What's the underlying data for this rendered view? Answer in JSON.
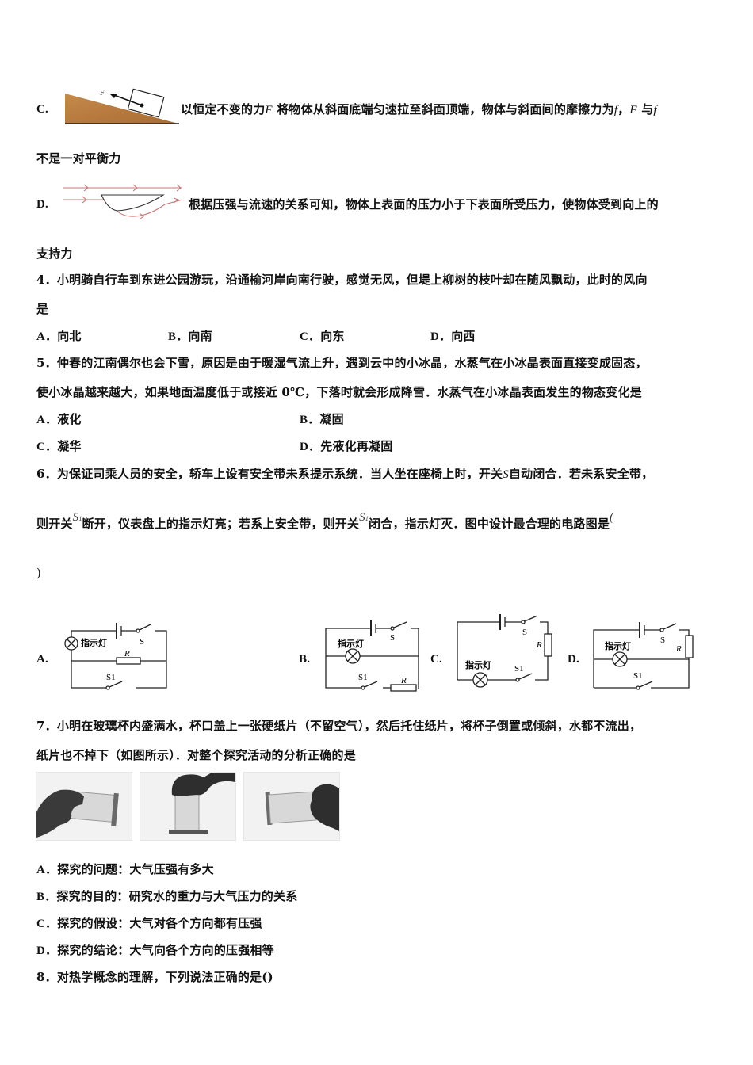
{
  "q3": {
    "option_c": {
      "label": "C.",
      "text_before_F": "以恒定不变的力",
      "F": "F",
      "text_mid": "将物体从斜面底端匀速拉至斜面顶端，物体与斜面间的摩擦力为",
      "f1": "f",
      "comma": "，",
      "F2": "F",
      "yu": "与",
      "f2": "f",
      "continuation": "不是一对平衡力",
      "figure_force_label": "F"
    },
    "option_d": {
      "label": "D.",
      "text": "根据压强与流速的关系可知，物体上表面的压力小于下表面所受压力，使物体受到向上的",
      "continuation": "支持力"
    }
  },
  "q4": {
    "stem_line1": "4．小明骑自行车到东进公园游玩，沿通榆河岸向南行驶，感觉无风，但堤上柳树的枝叶却在随风飘动，此时的风向",
    "stem_line2": "是",
    "options": [
      {
        "label": "A．",
        "text": "向北"
      },
      {
        "label": "B．",
        "text": "向南"
      },
      {
        "label": "C．",
        "text": "向东"
      },
      {
        "label": "D．",
        "text": "向西"
      }
    ]
  },
  "q5": {
    "stem_line1": "5．仲春的江南偶尔也会下雪，原因是由于暖湿气流上升，遇到云中的小冰晶，水蒸气在小冰晶表面直接变成固态，",
    "stem_line2": "使小冰晶越来越大，如果地面温度低于或接近 0℃，下落时就会形成降雪．水蒸气在小冰晶表面发生的物态变化是",
    "options": [
      {
        "label": "A．",
        "text": "液化"
      },
      {
        "label": "B．",
        "text": "凝固"
      },
      {
        "label": "C．",
        "text": "凝华"
      },
      {
        "label": "D．",
        "text": "先液化再凝固"
      }
    ]
  },
  "q6": {
    "stem_line1_a": "6．为保证司乘人员的安全，轿车上设有安全带未系提示系统．当人坐在座椅上时，开关",
    "S": "S",
    "stem_line1_b": "自动闭合．若未系安全带，",
    "line2_a": "则开关",
    "S1_main": "S",
    "S1_sub": "1",
    "line2_b": "断开，仪表盘上的指示灯亮；若系上安全带，则开关",
    "line2_c": "闭合，指示灯灭．图中设计最合理的电路图是",
    "open_paren": "(",
    "close_paren": ")",
    "circuits": [
      {
        "label": "A.",
        "lamp": "指示灯",
        "switch": "S",
        "switch1": "S1",
        "resistor": "R"
      },
      {
        "label": "B.",
        "lamp": "指示灯",
        "switch": "S",
        "switch1": "S1",
        "resistor": "R"
      },
      {
        "label": "C.",
        "lamp": "指示灯",
        "switch": "S",
        "switch1": "S1",
        "resistor": "R"
      },
      {
        "label": "D.",
        "lamp": "指示灯",
        "switch": "S",
        "switch1": "S1",
        "resistor": "R"
      }
    ]
  },
  "q7": {
    "stem_line1": "7．小明在玻璃杯内盛满水，杯口盖上一张硬纸片（不留空气），然后托住纸片，将杯子倒置或倾斜，水都不流出，",
    "stem_line2": "纸片也不掉下（如图所示）．对整个探究活动的分析正确的是",
    "photos": [
      "cup-tilted-left",
      "cup-inverted",
      "cup-tilted-right"
    ],
    "options": [
      {
        "label": "A．",
        "text": "探究的问题：大气压强有多大"
      },
      {
        "label": "B．",
        "text": "探究的目的：研究水的重力与大气压力的关系"
      },
      {
        "label": "C．",
        "text": "探究的假设：大气对各个方向都有压强"
      },
      {
        "label": "D．",
        "text": "探究的结论：大气向各个方向的压强相等"
      }
    ]
  },
  "q8": {
    "stem": "8．对热学概念的理解，下列说法正确的是()"
  }
}
